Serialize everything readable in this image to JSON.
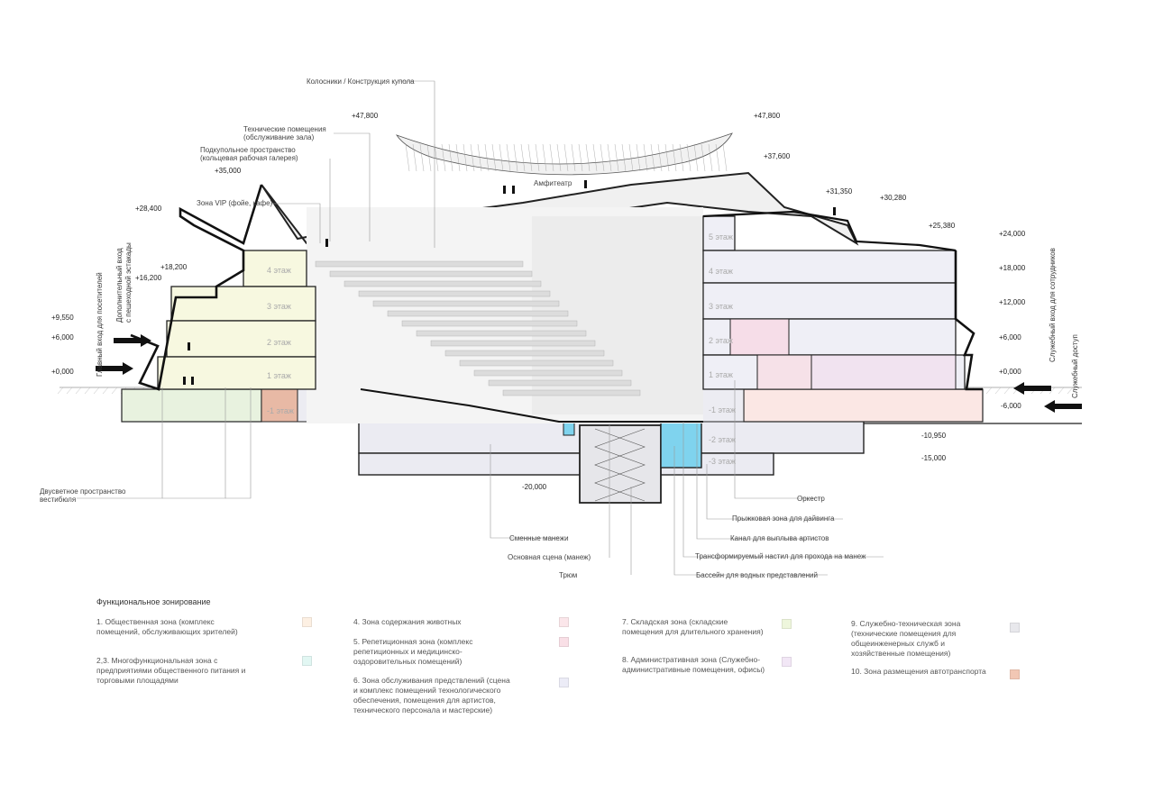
{
  "levels": {
    "l47800a": "+47,800",
    "l47800b": "+47,800",
    "l37600": "+37,600",
    "l35000": "+35,000",
    "l31350": "+31,350",
    "l30280": "+30,280",
    "l28400": "+28,400",
    "l25380": "+25,380",
    "l24000": "+24,000",
    "l18200": "+18,200",
    "l18000": "+18,000",
    "l16200": "+16,200",
    "l12000": "+12,000",
    "l9550": "+9,550",
    "l6000a": "+6,000",
    "l6000b": "+6,000",
    "l0a": "+0,000",
    "l0b": "+0,000",
    "lm6000": "-6,000",
    "lm10950": "-10,950",
    "lm15000": "-15,000",
    "lm20000": "-20,000"
  },
  "labels": {
    "kolosniki": "Колосники / Конструкция купола",
    "tech1": "Технические помещения",
    "tech2": "(обслуживание зала)",
    "podkup1": "Подкупольное пространство",
    "podkup2": "(кольцевая рабочая галерея)",
    "vip": "Зона VIP (фойе, кафе)",
    "amfi": "Амфитеатр",
    "dvusvet1": "Двусветное пространство",
    "dvusvet2": "вестибюля",
    "smennye": "Сменные манежи",
    "osnovnaya": "Основная сцена (манеж)",
    "trum": "Трюм",
    "orkestr": "Оркестр",
    "pryzhkovaya": "Прыжковая зона для дайвинга",
    "kanal": "Канал для выплыва артистов",
    "transform": "Трансформируемый настил для прохода на манеж",
    "bassein": "Бассейн для водных представлений",
    "mainEntry": "Главный вход для посетителей",
    "addEntry1": "Дополнительный вход",
    "addEntry2": "с пешеходной эстакады",
    "staffEntry": "Служебный вход для сотрудников",
    "serviceAccess": "Служебный доступ"
  },
  "floors": {
    "l4": "4 этаж",
    "l3": "3 этаж",
    "l2": "2 этаж",
    "l1": "1 этаж",
    "lm1": "-1 этаж",
    "r5": "5 этаж",
    "r4": "4 этаж",
    "r3": "3 этаж",
    "r2": "2 этаж",
    "r1": "1 этаж",
    "rm1": "-1 этаж",
    "rm2": "-2 этаж",
    "rm3": "-3 этаж"
  },
  "legend": {
    "title": "Функциональное зонирование",
    "items": [
      {
        "text": "1. Общественная зона (комплекс помещений, обслуживающих зрителей)",
        "color": "#fdf0e3"
      },
      {
        "text": "2,3. Многофункциональная зона с предприятиями общественного питания и торговыми площадями",
        "color": "#e2f7f3"
      },
      {
        "text": "4. Зона содержания животных",
        "color": "#fbe6ea"
      },
      {
        "text": "5. Репетиционная зона (комплекс репетиционных и медицинско-оздоровительных помещений)",
        "color": "#f9dfe6"
      },
      {
        "text": "6. Зона обслуживания предствлений (сцена и комплекс помещений технологического обеспечения, помещения для артистов, технического персонала и мастерские)",
        "color": "#ececf7"
      },
      {
        "text": "7. Складская зона (складские помещения для длительного хранения)",
        "color": "#eef6dc"
      },
      {
        "text": "8. Административная зона (Служебно-административные помещения, офисы)",
        "color": "#f2e7f6"
      },
      {
        "text": "9. Служебно-техническая зона (технические помещения для общеинженерных служб и хозяйственные помещения)",
        "color": "#e8e8ec"
      },
      {
        "text": "10. Зона размещения автотранспорта",
        "color": "#f2c7b4"
      }
    ]
  }
}
